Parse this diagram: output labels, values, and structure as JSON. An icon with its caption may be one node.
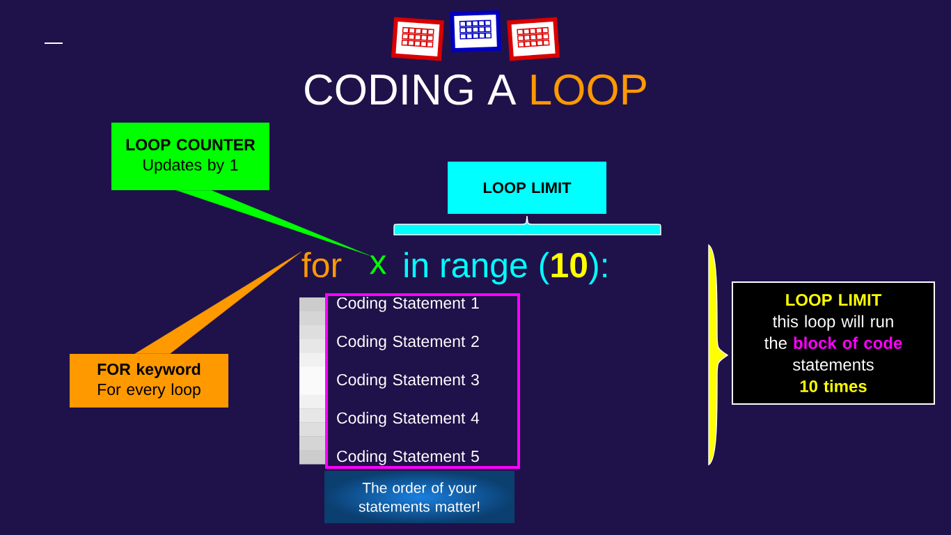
{
  "diagram": {
    "nodes": [
      {
        "text": [
          "LOOP COUNTER",
          "Updates by 1"
        ]
      },
      {
        "text": [
          "LOOP LIMIT"
        ]
      },
      {
        "text": [
          "for"
        ]
      },
      {
        "text": [
          "x"
        ]
      },
      {
        "text": [
          "FOR keyword",
          "For every loop"
        ]
      },
      {
        "text": [
          "Coding Statement 1",
          "Coding Statement 2",
          "Coding Statement 3",
          "Coding Statement 4",
          "Coding Statement 5"
        ]
      },
      {
        "text": [
          "The order of your statements matter!"
        ]
      },
      {
        "text": [
          "LOOP LIMIT",
          "this loop will run",
          "the",
          "block of code",
          "statements",
          "10 times"
        ]
      }
    ],
    "edges": [
      {
        "from": 0,
        "to": 3,
        "arrow": "none",
        "color": "#00ff00"
      },
      {
        "from": 4,
        "to": 2,
        "arrow": "none",
        "color": "#ff9900"
      }
    ],
    "labels": [
      "CODING A",
      "LOOP",
      "in range (",
      "10",
      "):"
    ]
  }
}
